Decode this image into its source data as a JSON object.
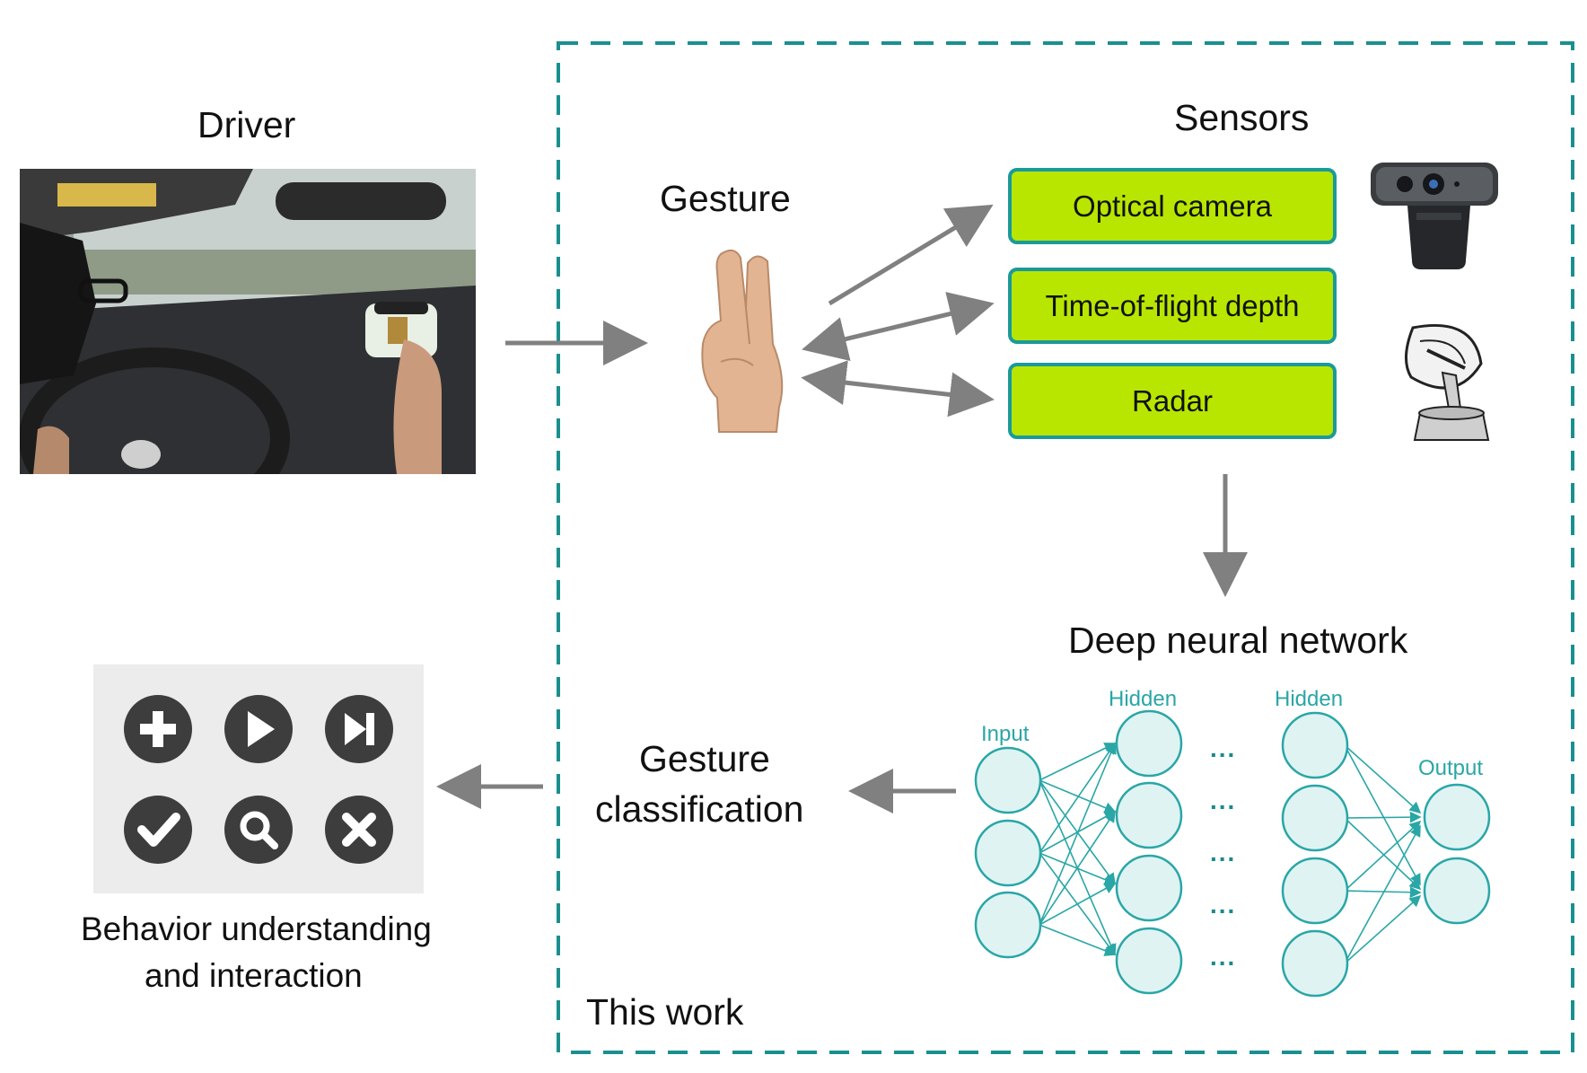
{
  "driver": {
    "label": "Driver"
  },
  "gesture": {
    "label": "Gesture"
  },
  "sensors": {
    "title": "Sensors",
    "items": [
      "Optical camera",
      "Time-of-flight depth",
      "Radar"
    ]
  },
  "dnn": {
    "title": "Deep neural network",
    "input_label": "Input",
    "hidden1_label": "Hidden",
    "hidden2_label": "Hidden",
    "output_label": "Output",
    "ellipsis": "..."
  },
  "classification": {
    "line1": "Gesture",
    "line2": "classification"
  },
  "behavior": {
    "line1": "Behavior understanding",
    "line2": "and interaction"
  },
  "this_work": {
    "label": "This work"
  },
  "colors": {
    "dashed_border": "#1a8f8f",
    "sensor_fill": "#b8e600",
    "sensor_border": "#1a9a9a",
    "arrow": "#808080",
    "nn_node_fill": "#dff3f3",
    "nn_node_stroke": "#2aa6a6",
    "panel_bg": "#ececec",
    "control_icon": "#3d3d3d"
  },
  "icons": [
    "car-driver-photo",
    "hand-gesture-icon",
    "webcam-icon",
    "radar-dish-icon",
    "plus-icon",
    "play-icon",
    "skip-next-icon",
    "check-icon",
    "search-icon",
    "close-icon"
  ]
}
